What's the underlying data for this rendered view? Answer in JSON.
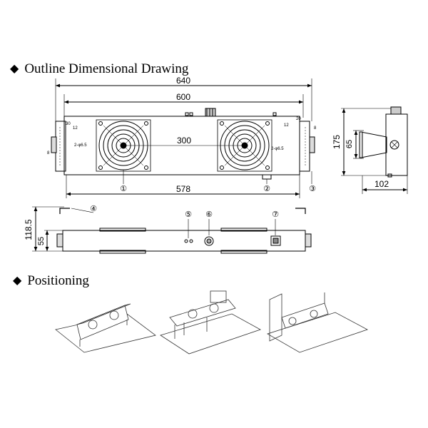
{
  "headings": {
    "outline": "Outline Dimensional Drawing",
    "positioning": "Positioning",
    "bullet": "◆"
  },
  "dimensions": {
    "overall_length": "640",
    "mount_length": "600",
    "fan_spacing": "300",
    "body_length": "578",
    "height": "175",
    "mount_height": "65",
    "depth": "102",
    "side_height": "118.5",
    "side_mount": "55",
    "bracket_w": "30",
    "bracket_h": "12",
    "bracket_hole_left": "8",
    "bracket_hole_top": "20",
    "bracket_hole_right": "8",
    "slot_left": "2-φ6.5",
    "slot_right": "2-φ6.5"
  },
  "callouts": [
    "①",
    "②",
    "③",
    "④",
    "⑤",
    "⑥",
    "⑦"
  ]
}
